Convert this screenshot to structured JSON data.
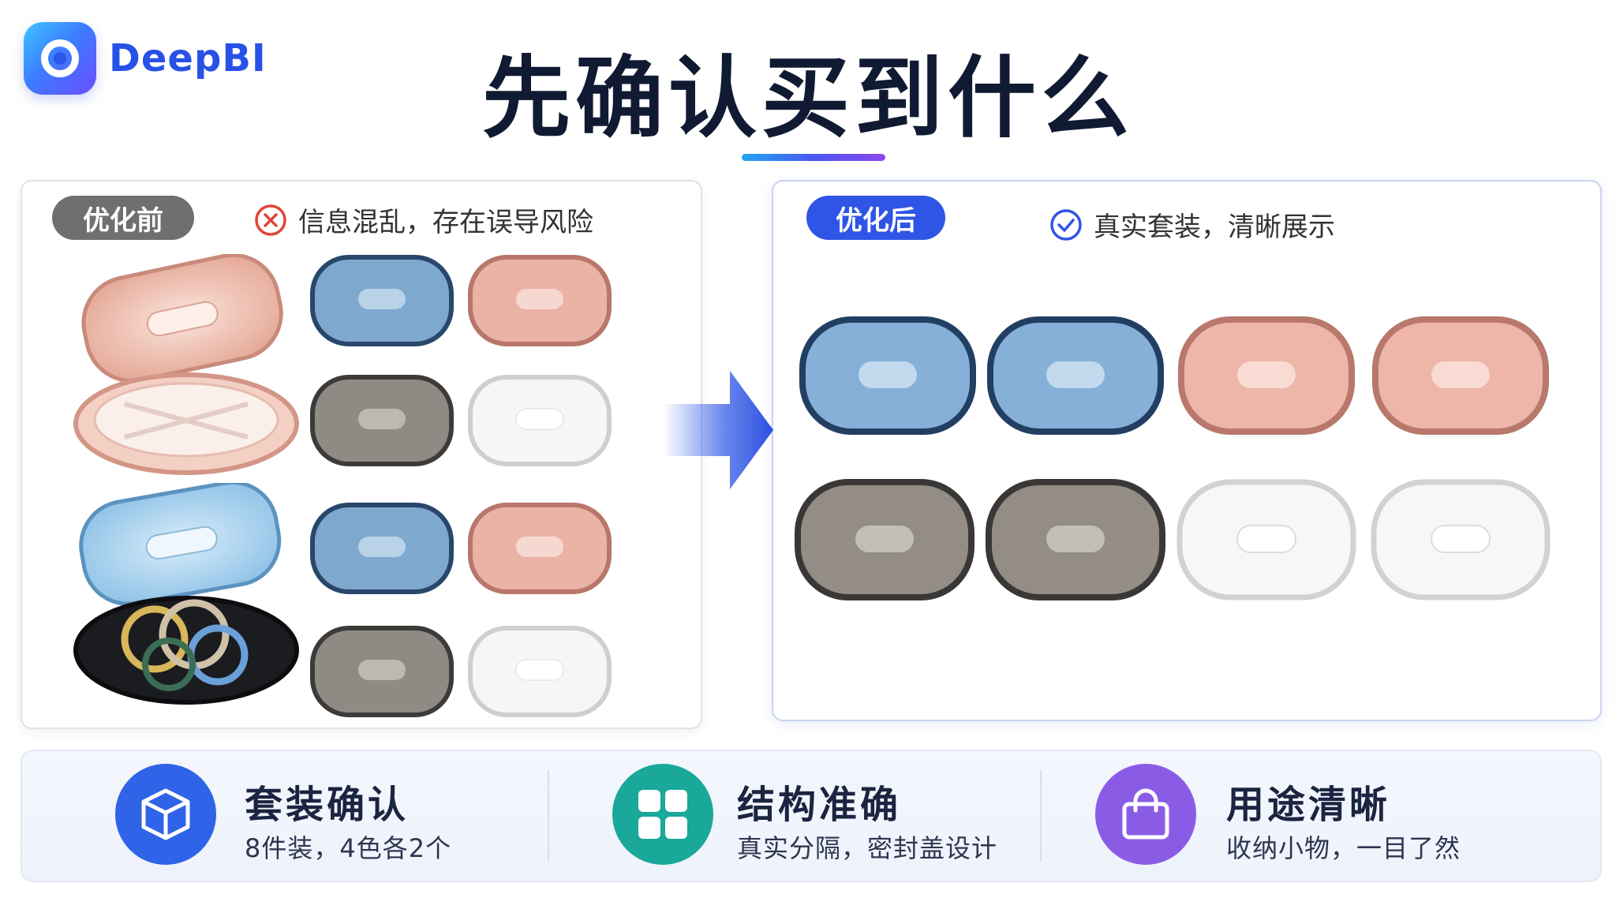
{
  "brand": {
    "name": "DeepBI"
  },
  "title": "先确认买到什么",
  "before": {
    "badge": "优化前",
    "status": "信息混乱，存在误导风险"
  },
  "after": {
    "badge": "优化后",
    "status": "真实套装，清晰展示"
  },
  "features": [
    {
      "title": "套装确认",
      "subtitle": "8件装，4色各2个",
      "icon": "cube-icon",
      "color": "#2f63e8"
    },
    {
      "title": "结构准确",
      "subtitle": "真实分隔，密封盖设计",
      "icon": "grid-icon",
      "color": "#19a89a"
    },
    {
      "title": "用途清晰",
      "subtitle": "收纳小物，一目了然",
      "icon": "bag-icon",
      "color": "#8a5ce6"
    }
  ],
  "colors": {
    "blue": "#4e7fb1",
    "pink": "#e3a494",
    "gray": "#8d8780",
    "clear": "#eeeeee",
    "accent": "#2f55e6"
  }
}
